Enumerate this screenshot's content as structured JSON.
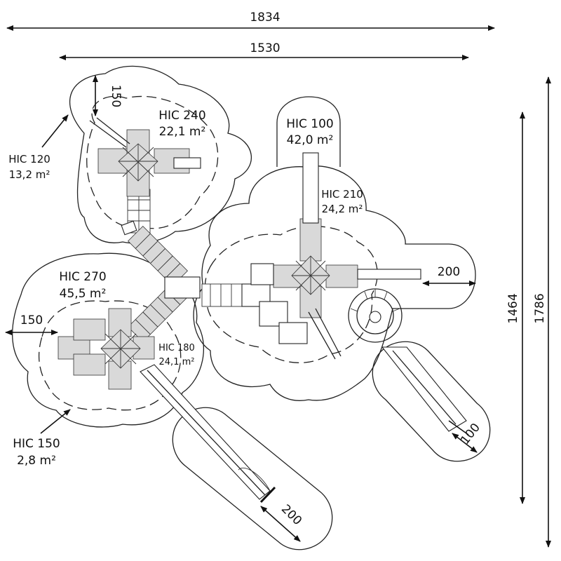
{
  "dimensions": {
    "top_outer": "1834",
    "top_inner": "1530",
    "right_inner": "1464",
    "right_outer": "1786",
    "left_150_top": "150",
    "left_150_mid": "150",
    "slide_right": "200",
    "slide_bottom": "200",
    "slide_tube": "100"
  },
  "zones": {
    "hic240": {
      "name": "HIC 240",
      "area": "22,1 m²"
    },
    "hic120": {
      "name": "HIC 120",
      "area": "13,2 m²"
    },
    "hic100": {
      "name": "HIC 100",
      "area": "42,0 m²"
    },
    "hic210": {
      "name": "HIC 210",
      "area": "24,2 m²"
    },
    "hic270": {
      "name": "HIC 270",
      "area": "45,5 m²"
    },
    "hic180": {
      "name": "HIC 180",
      "area": "24,1 m²"
    },
    "hic150": {
      "name": "HIC 150",
      "area": "2,8 m²"
    }
  }
}
